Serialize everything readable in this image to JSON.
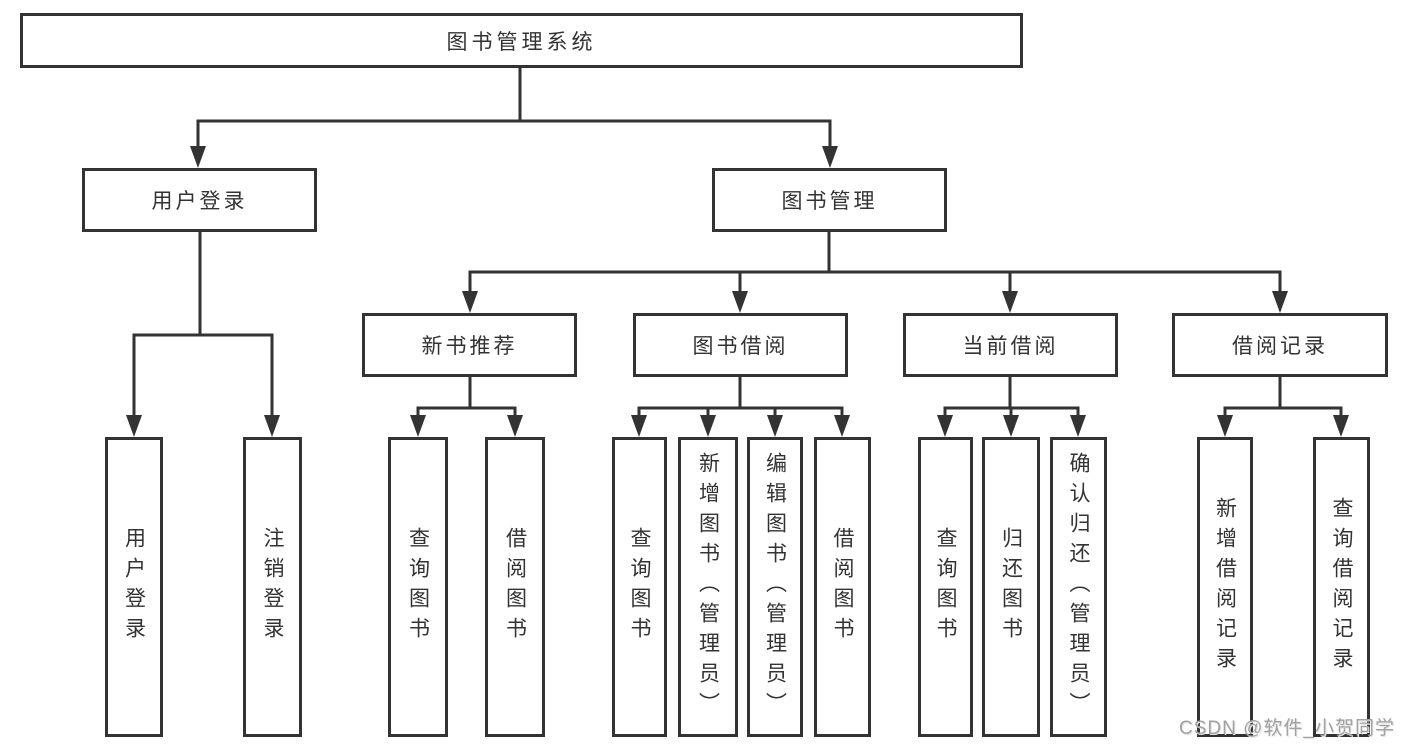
{
  "diagram": {
    "title": "图书管理系统",
    "line_color": "#333333",
    "text_color": "#333333",
    "background_color": "#ffffff",
    "watermark": "CSDN @软件_小贺同学",
    "nodes": {
      "root": {
        "label": "图书管理系统"
      },
      "user_login": {
        "label": "用户登录"
      },
      "book_management": {
        "label": "图书管理"
      },
      "new_book_recommend": {
        "label": "新书推荐"
      },
      "book_borrowing": {
        "label": "图书借阅"
      },
      "current_borrowing": {
        "label": "当前借阅"
      },
      "borrow_records": {
        "label": "借阅记录"
      },
      "user_login_leaf": {
        "label": "用户登录"
      },
      "logout_leaf": {
        "label": "注销登录"
      },
      "query_books_a": {
        "label": "查询图书"
      },
      "borrow_books_a": {
        "label": "借阅图书"
      },
      "query_books_b": {
        "label": "查询图书"
      },
      "add_books_admin": {
        "label": "新增图书（管理员）"
      },
      "edit_books_admin": {
        "label": "编辑图书（管理员）"
      },
      "borrow_books_b": {
        "label": "借阅图书"
      },
      "query_books_c": {
        "label": "查询图书"
      },
      "return_books": {
        "label": "归还图书"
      },
      "confirm_return_admin": {
        "label": "确认归还（管理员）"
      },
      "add_borrow_record": {
        "label": "新增借阅记录"
      },
      "query_borrow_record": {
        "label": "查询借阅记录"
      }
    },
    "hierarchy": {
      "图书管理系统": {
        "用户登录": [
          "用户登录",
          "注销登录"
        ],
        "图书管理": {
          "新书推荐": [
            "查询图书",
            "借阅图书"
          ],
          "图书借阅": [
            "查询图书",
            "新增图书（管理员）",
            "编辑图书（管理员）",
            "借阅图书"
          ],
          "当前借阅": [
            "查询图书",
            "归还图书",
            "确认归还（管理员）"
          ],
          "借阅记录": [
            "新增借阅记录",
            "查询借阅记录"
          ]
        }
      }
    }
  }
}
